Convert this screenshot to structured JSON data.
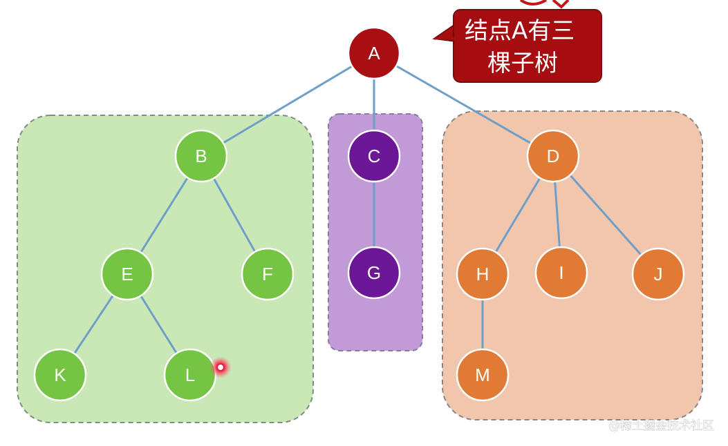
{
  "colors": {
    "edge": "#6e9fc8",
    "root_fill": "#a80f12",
    "green_node": "#76c443",
    "purple_node": "#6b1796",
    "orange_node": "#e07a35",
    "green_region": "#c9e8b6",
    "purple_region": "#c39ad8",
    "orange_region": "#f2c6ad",
    "callout_fill": "#a50d10"
  },
  "callout": {
    "line1": "结点A有三",
    "line2": "棵子树"
  },
  "nodes": {
    "A": "A",
    "B": "B",
    "C": "C",
    "D": "D",
    "E": "E",
    "F": "F",
    "G": "G",
    "H": "H",
    "I": "I",
    "J": "J",
    "K": "K",
    "L": "L",
    "M": "M"
  },
  "watermark": "@稀土掘金技术社区"
}
